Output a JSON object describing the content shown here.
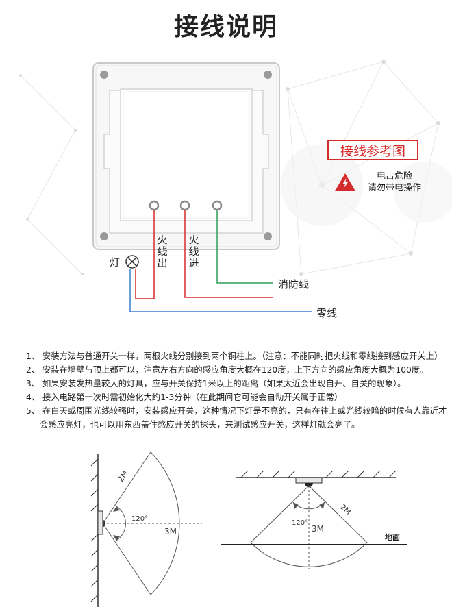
{
  "title": "接线说明",
  "diagram": {
    "reference_label": "接线参考图",
    "warning": {
      "line1": "电击危险",
      "line2": "请勿带电操作"
    },
    "terminals": {
      "live_out": "火线出",
      "live_in": "火线进"
    },
    "lamp_label": "灯",
    "wires": {
      "fire": "消防线",
      "neutral": "零线"
    },
    "colors": {
      "live": "#d62b2b",
      "fire": "#2e9e5b",
      "neutral": "#3a7ed1",
      "warning": "#d62b2b"
    }
  },
  "notes": [
    "1、 安装方法与普通开关一样，两根火线分别接到两个铜柱上。（注意：不能同时把火线和零线接到感应开关上）",
    "2、 安装在墙壁与顶上都可以，注意左右方向的感应角度大概在120度，上下方向的感应角度大概为100度。",
    "3、 如果安装发热量较大的灯具，应与开关保持1米以上的距离（如果太近会出现自开、自关的现象）。",
    "4、 接入电路第一次时需初始化大约1-3分钟（在此期间它可能会自动开关属于正常）",
    "5、 在白天或周围光线较强时，安装感应开关，这种情况下灯是不亮的，只有在往上或光线较暗的时候有人靠近才",
    "会感应亮灯，也可以用东西盖住感应开关的探头，来测试感应开关，这样灯就会亮了。"
  ],
  "sensing": {
    "wall": {
      "distance_label": "2M",
      "angle_label": "120°",
      "range_label": "3M"
    },
    "ceiling": {
      "distance_label": "2M",
      "angle_label": "120°",
      "range_label": "3M",
      "ground_label": "地面"
    }
  }
}
